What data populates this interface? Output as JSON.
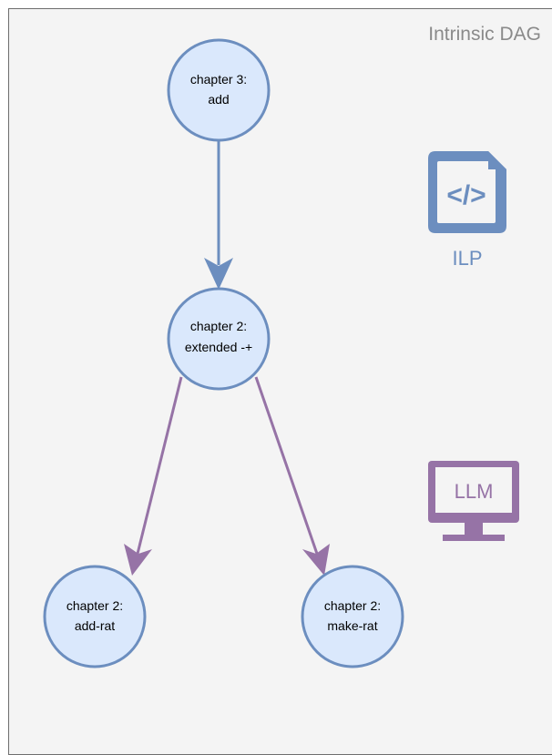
{
  "title": "Intrinsic DAG",
  "colors": {
    "background": "#f4f4f4",
    "border": "#6e6e6e",
    "node_fill": "#dae8fc",
    "node_stroke": "#6c8ebf",
    "ilp": "#6c8ebf",
    "llm": "#9673a6",
    "title": "#8a8a8a"
  },
  "nodes": [
    {
      "id": "n1",
      "line1": "chapter 3:",
      "line2": "add"
    },
    {
      "id": "n2",
      "line1": "chapter 2:",
      "line2": "extended -+"
    },
    {
      "id": "n3",
      "line1": "chapter 2:",
      "line2": "add-rat"
    },
    {
      "id": "n4",
      "line1": "chapter 2:",
      "line2": "make-rat"
    }
  ],
  "edges": [
    {
      "from": "chapter 3: add",
      "to": "chapter 2: extended -+",
      "kind": "ILP"
    },
    {
      "from": "chapter 2: extended -+",
      "to": "chapter 2: add-rat",
      "kind": "LLM"
    },
    {
      "from": "chapter 2: extended -+",
      "to": "chapter 2: make-rat",
      "kind": "LLM"
    }
  ],
  "legend": {
    "ilp": {
      "icon": "code-file-icon",
      "glyph": "</>",
      "label": "ILP"
    },
    "llm": {
      "icon": "monitor-icon",
      "screen_text": "LLM"
    }
  }
}
